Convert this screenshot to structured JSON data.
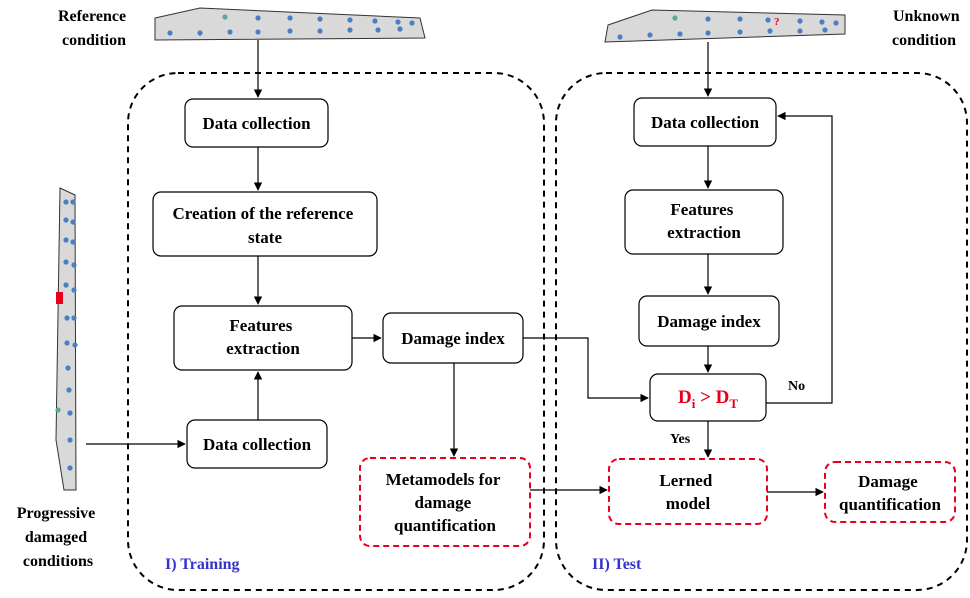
{
  "colors": {
    "accent_red": "#e8001c",
    "phase_blue": "#3333cc",
    "sensor_blue": "#4a7fc1",
    "sensor_teal": "#58a89b",
    "blade_fill": "#d9d9d9",
    "damage_red": "#e8001c"
  },
  "labels": {
    "reference_condition": [
      "Reference",
      "condition"
    ],
    "unknown_condition": [
      "Unknown",
      "condition"
    ],
    "progressive": [
      "Progressive",
      "damaged",
      "conditions"
    ],
    "unknown_marker": "?"
  },
  "training": {
    "phase_label": "I) Training",
    "data_collection_top": "Data collection",
    "reference_state": [
      "Creation of the reference",
      "state"
    ],
    "features_extraction": [
      "Features",
      "extraction"
    ],
    "damage_index": "Damage index",
    "data_collection_bottom": "Data collection",
    "metamodels": [
      "Metamodels for",
      "damage",
      "quantification"
    ]
  },
  "test": {
    "phase_label": "II) Test",
    "data_collection": "Data collection",
    "features_extraction": [
      "Features",
      "extraction"
    ],
    "damage_index": "Damage index",
    "decision": {
      "lhs": "D",
      "lhs_sub": "i",
      "op": " > ",
      "rhs": "D",
      "rhs_sub": "T"
    },
    "yes_label": "Yes",
    "no_label": "No",
    "learned_model": [
      "Lerned",
      "model"
    ],
    "damage_quantification": [
      "Damage",
      "quantification"
    ]
  }
}
